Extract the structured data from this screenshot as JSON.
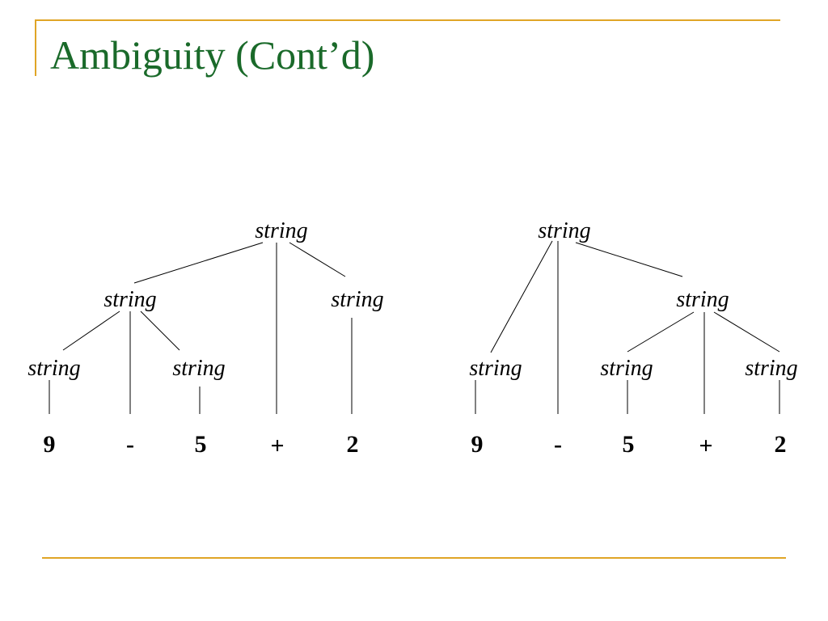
{
  "slide": {
    "title": "Ambiguity (Cont’d)"
  },
  "colors": {
    "title": "#1a6a2a",
    "rule": "#e0a526"
  },
  "trees": [
    {
      "nodes": [
        "string",
        "string",
        "string",
        "string",
        "string"
      ],
      "leaves": [
        "9",
        "-",
        "5",
        "+",
        "2"
      ]
    },
    {
      "nodes": [
        "string",
        "string",
        "string",
        "string",
        "string"
      ],
      "leaves": [
        "9",
        "-",
        "5",
        "+",
        "2"
      ]
    }
  ]
}
